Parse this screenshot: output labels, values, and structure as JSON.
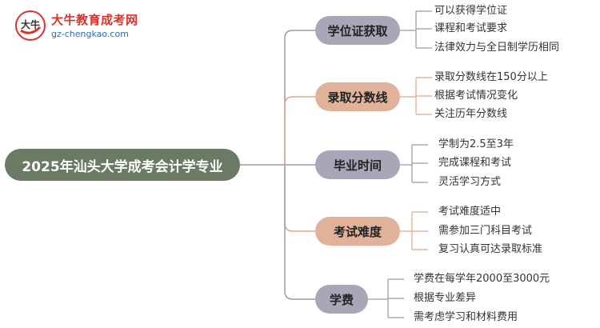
{
  "logo": {
    "mark_text": "大牛",
    "title": "大牛教育成考网",
    "url": "gz-chengkao.com"
  },
  "root": {
    "label": "2025年汕头大学成考会计学专业"
  },
  "branches": [
    {
      "label": "学位证获取",
      "leaves": [
        "可以获得学位证",
        "课程和考试要求",
        "法律效力与全日制学历相同"
      ]
    },
    {
      "label": "录取分数线",
      "leaves": [
        "录取分数线在150分以上",
        "根据考试情况变化",
        "关注历年分数线"
      ]
    },
    {
      "label": "毕业时间",
      "leaves": [
        "学制为2.5至3年",
        "完成课程和考试",
        "灵活学习方式"
      ]
    },
    {
      "label": "考试难度",
      "leaves": [
        "考试难度适中",
        "需参加三门科目考试",
        "复习认真可达录取标准"
      ]
    },
    {
      "label": "学费",
      "leaves": [
        "学费在每学年2000至3000元",
        "根据专业差异",
        "需考虑学习和材料费用"
      ]
    }
  ],
  "colors": {
    "root_bg": "#6b7a63",
    "branch_gray": "#a8a7b8",
    "branch_tan": "#e0b29a",
    "line_gray": "#9a9aab",
    "line_tan": "#d9a98d"
  }
}
